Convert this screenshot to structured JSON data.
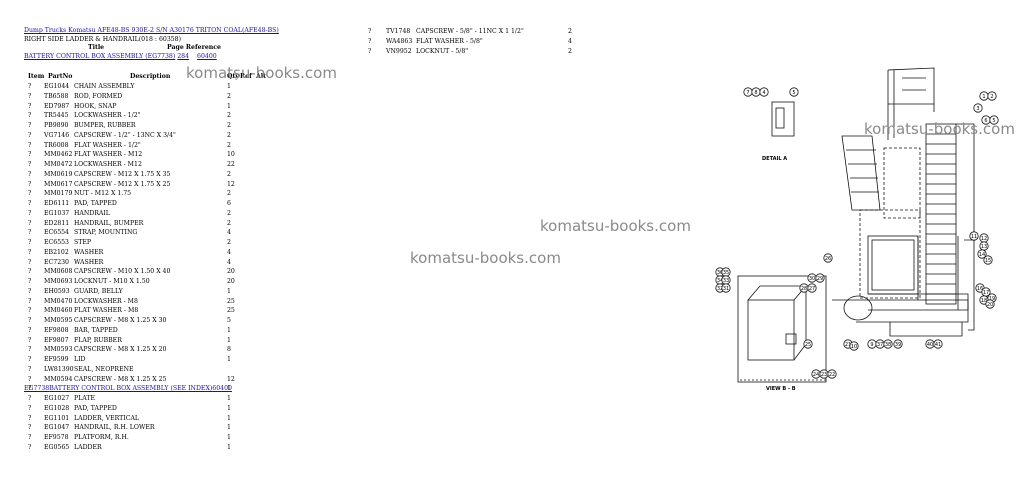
{
  "header": {
    "breadcrumb_link": "Dump Trucks Komatsu AFE48-BS 930E-2 S/N A30176 TRITON COAL(AFE48-BS)",
    "section_title": "RIGHT SIDE LADDER & HANDRAIL(018 : 60358)",
    "col_title": "Title",
    "col_page_ref": "Page Reference",
    "ref_link_title": "BATTERY CONTROL BOX ASSEMBLY (EG7738)",
    "ref_link_num": "284",
    "ref_link_page": "60400"
  },
  "columns": {
    "item": "Item",
    "part_no": "PartNo",
    "description": "Description",
    "qty": "Qty",
    "ref": "Ref",
    "alt": "Alt"
  },
  "parts": [
    {
      "item": "?",
      "part_no": "EG1044",
      "desc": "CHAIN ASSEMBLY",
      "qty": "1"
    },
    {
      "item": "?",
      "part_no": "TB6588",
      "desc": "ROD, FORMED",
      "qty": "2"
    },
    {
      "item": "?",
      "part_no": "ED7987",
      "desc": "HOOK, SNAP",
      "qty": "1"
    },
    {
      "item": "?",
      "part_no": "TR5445",
      "desc": "LOCKWASHER - 1/2\"",
      "qty": "2"
    },
    {
      "item": "?",
      "part_no": "PB9890",
      "desc": "BUMPER, RUBBER",
      "qty": "2"
    },
    {
      "item": "?",
      "part_no": "VG7146",
      "desc": "CAPSCREW - 1/2\" - 13NC X 3/4\"",
      "qty": "2"
    },
    {
      "item": "?",
      "part_no": "TR6008",
      "desc": "FLAT WASHER - 1/2\"",
      "qty": "2"
    },
    {
      "item": "?",
      "part_no": "MM0462",
      "desc": "FLAT WASHER - M12",
      "qty": "10"
    },
    {
      "item": "?",
      "part_no": "MM0472",
      "desc": "LOCKWASHER - M12",
      "qty": "22"
    },
    {
      "item": "?",
      "part_no": "MM0619",
      "desc": "CAPSCREW - M12 X 1.75 X 35",
      "qty": "2"
    },
    {
      "item": "?",
      "part_no": "MM0617",
      "desc": "CAPSCREW - M12 X 1.75 X 25",
      "qty": "12"
    },
    {
      "item": "?",
      "part_no": "MM0179",
      "desc": "NUT - M12 X 1.75",
      "qty": "2"
    },
    {
      "item": "?",
      "part_no": "ED6111",
      "desc": "PAD, TAPPED",
      "qty": "6"
    },
    {
      "item": "?",
      "part_no": "EG1037",
      "desc": "HANDRAIL",
      "qty": "2"
    },
    {
      "item": "?",
      "part_no": "ED2811",
      "desc": "HANDRAIL, BUMPER",
      "qty": "2"
    },
    {
      "item": "?",
      "part_no": "EC6554",
      "desc": "STRAP, MOUNTING",
      "qty": "4"
    },
    {
      "item": "?",
      "part_no": "EC6553",
      "desc": "STEP",
      "qty": "2"
    },
    {
      "item": "?",
      "part_no": "EB2102",
      "desc": "WASHER",
      "qty": "4"
    },
    {
      "item": "?",
      "part_no": "EC7230",
      "desc": "WASHER",
      "qty": "4"
    },
    {
      "item": "?",
      "part_no": "MM0608",
      "desc": "CAPSCREW - M10 X 1.50 X 40",
      "qty": "20"
    },
    {
      "item": "?",
      "part_no": "MM0693",
      "desc": "LOCKNUT - M10 X 1.50",
      "qty": "20"
    },
    {
      "item": "?",
      "part_no": "EH0593",
      "desc": "GUARD, BELLY",
      "qty": "1"
    },
    {
      "item": "?",
      "part_no": "MM0470",
      "desc": "LOCKWASHER - M8",
      "qty": "25"
    },
    {
      "item": "?",
      "part_no": "MM0460",
      "desc": "FLAT WASHER - M8",
      "qty": "25"
    },
    {
      "item": "?",
      "part_no": "MM0595",
      "desc": "CAPSCREW - M8 X 1.25 X 30",
      "qty": "5"
    },
    {
      "item": "?",
      "part_no": "EF9808",
      "desc": "BAR, TAPPED",
      "qty": "1"
    },
    {
      "item": "?",
      "part_no": "EF9807",
      "desc": "FLAP, RUBBER",
      "qty": "1"
    },
    {
      "item": "?",
      "part_no": "MM0593",
      "desc": "CAPSCREW - M8 X 1.25 X 20",
      "qty": "8"
    },
    {
      "item": "?",
      "part_no": "EF9599",
      "desc": "LID",
      "qty": "1"
    },
    {
      "item": "?",
      "part_no": "LW81390",
      "desc": "SEAL, NEOPRENE",
      "qty": ""
    },
    {
      "item": "?",
      "part_no": "MM0594",
      "desc": "CAPSCREW - M8 X 1.25 X 25",
      "qty": "12"
    },
    {
      "item": "?",
      "part_no": "EG7738",
      "desc": "BATTERY CONTROL BOX ASSEMBLY (SEE INDEX)",
      "qty": "1",
      "page": "60400",
      "link": true
    },
    {
      "item": "?",
      "part_no": "EG1027",
      "desc": "PLATE",
      "qty": "1"
    },
    {
      "item": "?",
      "part_no": "EG1028",
      "desc": "PAD, TAPPED",
      "qty": "1"
    },
    {
      "item": "?",
      "part_no": "EG1101",
      "desc": "LADDER, VERTICAL",
      "qty": "1"
    },
    {
      "item": "?",
      "part_no": "EG1047",
      "desc": "HANDRAIL, R.H. LOWER",
      "qty": "1"
    },
    {
      "item": "?",
      "part_no": "EF9578",
      "desc": "PLATFORM, R.H.",
      "qty": "1"
    },
    {
      "item": "?",
      "part_no": "EG0565",
      "desc": "LADDER",
      "qty": "1"
    }
  ],
  "parts2": [
    {
      "item": "?",
      "part_no": "TV1748",
      "desc": "CAPSCREW - 5/8\" - 11NC X 1 1/2\"",
      "qty": "2"
    },
    {
      "item": "?",
      "part_no": "WA4863",
      "desc": "FLAT WASHER - 5/8\"",
      "qty": "4"
    },
    {
      "item": "?",
      "part_no": "VN9952",
      "desc": "LOCKNUT - 5/8\"",
      "qty": "2"
    }
  ],
  "watermarks": [
    "komatsu-books.com",
    "komatsu-books.com",
    "komatsu-books.com",
    "komatsu-books.com"
  ],
  "diagram": {
    "detail_label": "DETAIL A",
    "view_label": "VIEW B - B",
    "callouts_detail": [
      "7",
      "8",
      "4",
      "5"
    ],
    "callouts_right": [
      "1",
      "2",
      "3",
      "6",
      "5",
      "11",
      "12",
      "13",
      "14",
      "15",
      "16",
      "17",
      "18",
      "19",
      "20"
    ],
    "callouts_left": [
      "36",
      "35",
      "34",
      "33",
      "32",
      "31",
      "30",
      "29",
      "28",
      "27",
      "26",
      "25",
      "24",
      "23",
      "22",
      "21",
      "10",
      "9",
      "37",
      "38",
      "39",
      "40",
      "41"
    ]
  }
}
